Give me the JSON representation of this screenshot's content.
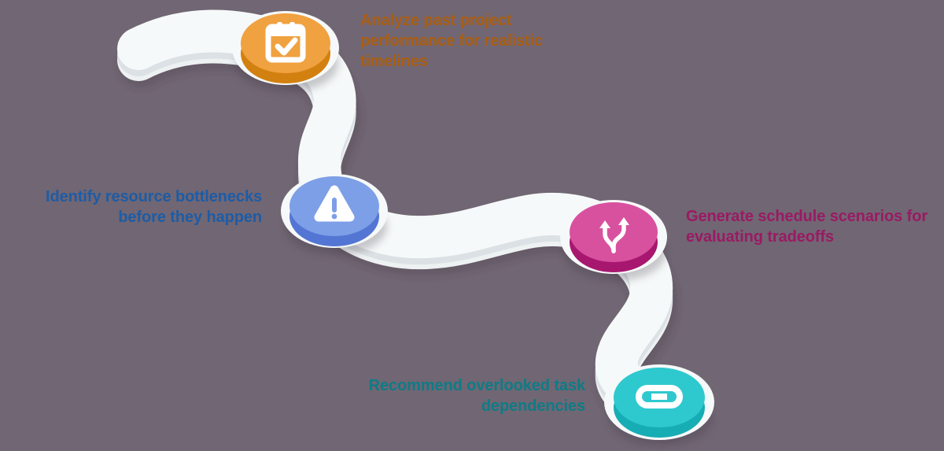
{
  "canvas": {
    "background_color": "#716673"
  },
  "road": {
    "surface_color": "#F6F9F9",
    "side_color": "#DBE1E4",
    "base_color": "#EDF1F2"
  },
  "milestones": [
    {
      "id": "analyze-past-performance",
      "label": "Analyze past project performance for realistic timelines",
      "icon": "calendar-check-icon",
      "badge_color": "#F0A140",
      "badge_rim_color": "#D2800F",
      "text_color": "#AB5E12"
    },
    {
      "id": "identify-bottlenecks",
      "label": "Identify resource bottlenecks before they happen",
      "icon": "warning-triangle-icon",
      "badge_color": "#7D9FE7",
      "badge_rim_color": "#5376D4",
      "text_color": "#1D5CA6"
    },
    {
      "id": "generate-scenarios",
      "label": "Generate schedule scenarios for evaluating tradeoffs",
      "icon": "branching-arrows-icon",
      "badge_color": "#D8519F",
      "badge_rim_color": "#A8176F",
      "text_color": "#9A1A64"
    },
    {
      "id": "recommend-dependencies",
      "label": "Recommend overlooked task dependencies",
      "icon": "link-icon",
      "badge_color": "#2EC9CF",
      "badge_rim_color": "#17ADB5",
      "text_color": "#0D7C87"
    }
  ]
}
